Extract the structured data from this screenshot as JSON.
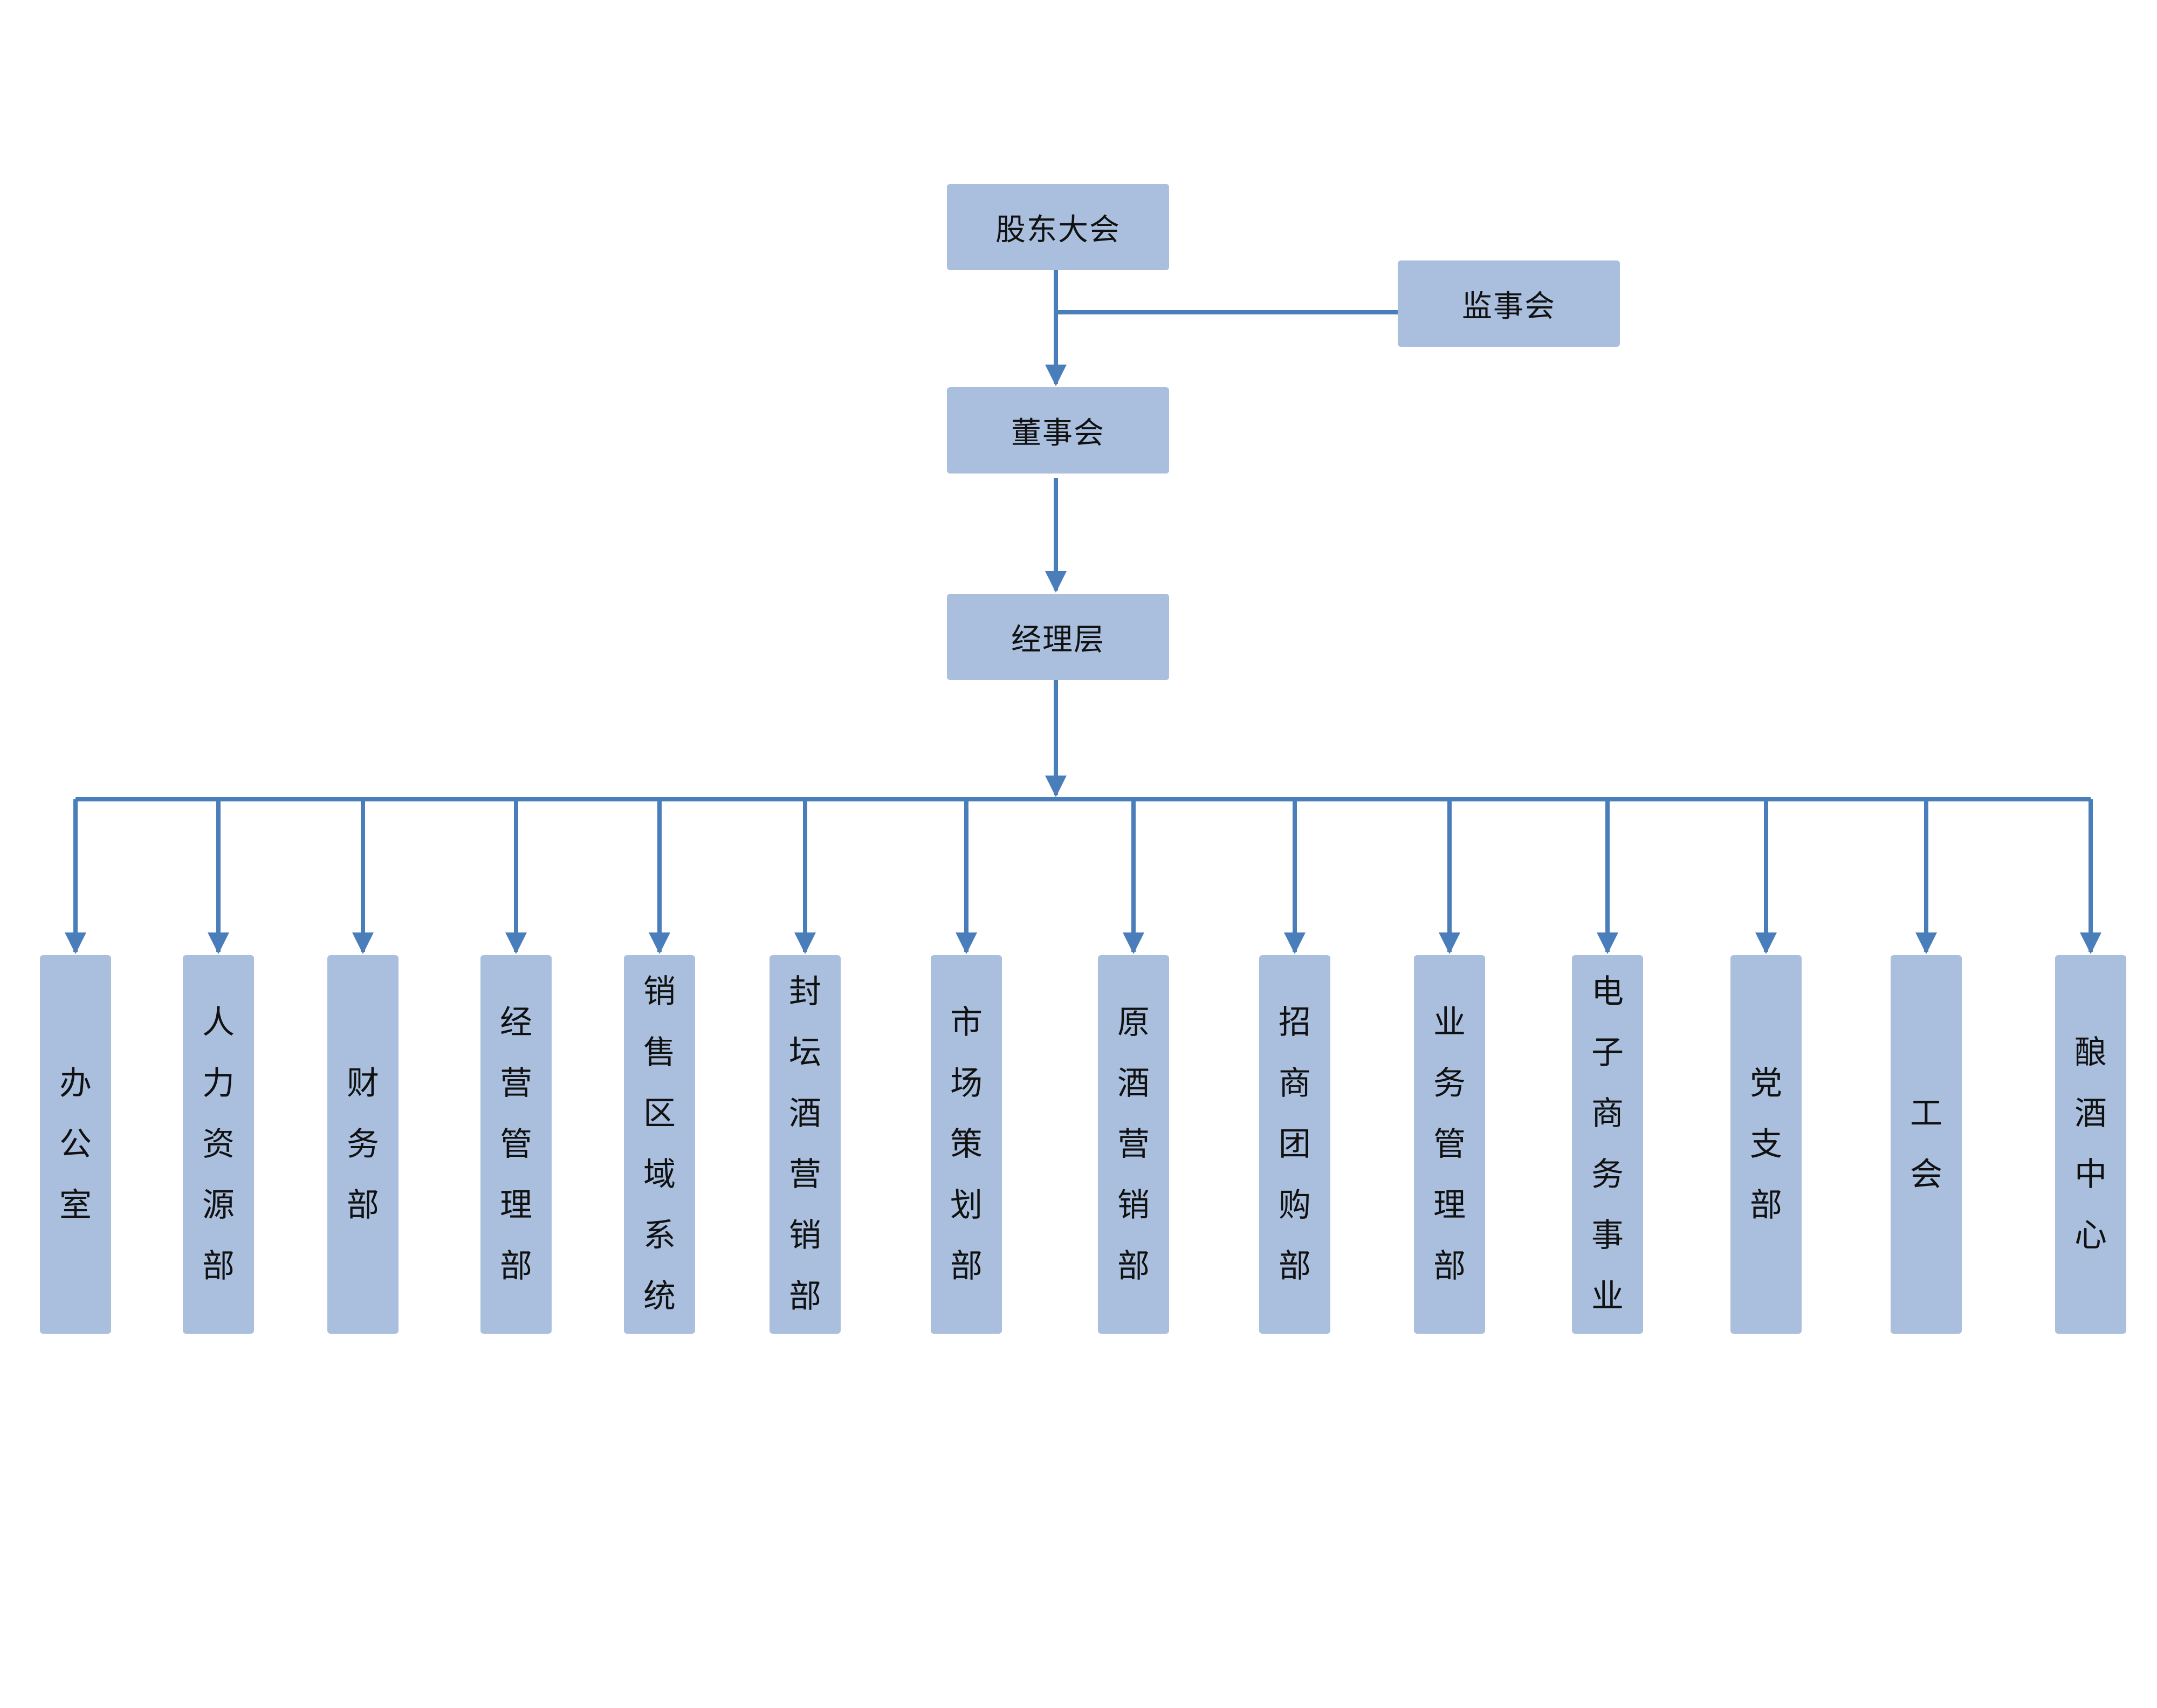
{
  "top": {
    "shareholders": "股东大会",
    "supervisors": "监事会",
    "board": "董事会",
    "management": "经理层"
  },
  "departments": [
    "办公室",
    "人力资源部",
    "财务部",
    "经营管理部",
    "销售区域系统",
    "封坛酒营销部",
    "市场策划部",
    "原酒营销部",
    "招商团购部",
    "业务管理部",
    "电子商务事业",
    "党支部",
    "工会",
    "酿酒中心"
  ],
  "colors": {
    "box": "#a9bfdd",
    "line": "#4a7ebb",
    "text": "#111111"
  }
}
